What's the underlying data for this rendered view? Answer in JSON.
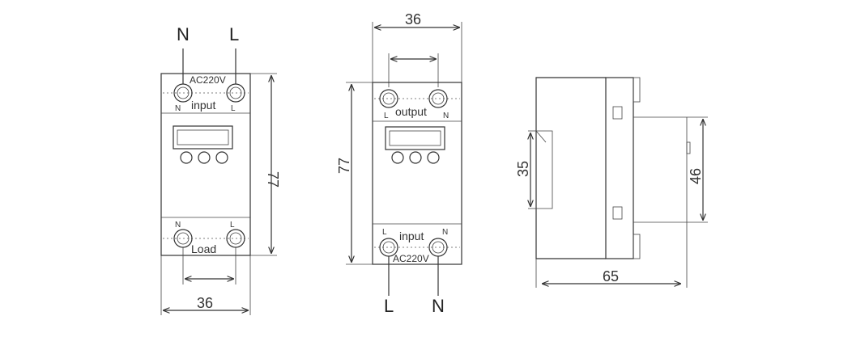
{
  "front_view": {
    "top_left_terminal": "N",
    "top_right_terminal": "L",
    "voltage": "AC220V",
    "top_small_left": "N",
    "top_small_right": "L",
    "top_caption": "input",
    "bottom_small_left": "N",
    "bottom_small_right": "L",
    "bottom_caption": "Load",
    "width_dim": "36",
    "height_dim": "77"
  },
  "back_view": {
    "width_dim": "36",
    "height_dim": "77",
    "top_small_left": "L",
    "top_small_right": "N",
    "top_caption": "output",
    "bottom_small_left": "L",
    "bottom_small_right": "N",
    "bottom_caption": "input",
    "voltage": "AC220V",
    "bottom_left_terminal": "L",
    "bottom_right_terminal": "N"
  },
  "side_view": {
    "rail_dim": "35",
    "height_dim": "46",
    "depth_dim": "65"
  }
}
